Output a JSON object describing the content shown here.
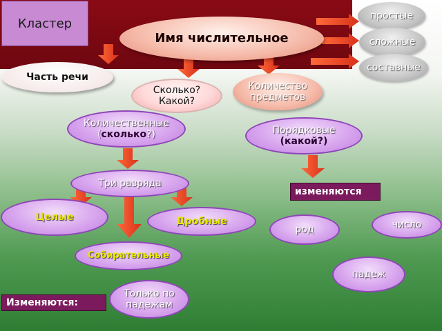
{
  "title": "Кластер",
  "main_node": "Имя числительное",
  "types": [
    "простые",
    "сложные",
    "составные"
  ],
  "part_of_speech": "Часть речи",
  "question_node": [
    "Сколько?",
    "Какой?"
  ],
  "quantity_node": [
    "Количество",
    "предметов"
  ],
  "cardinal": {
    "line1": "Количественные",
    "line2_pre": "(",
    "line2_bold": "сколько",
    "line2_post": "?)"
  },
  "ordinal": {
    "line1": "Порядковые",
    "line2": "(какой?)"
  },
  "three_groups": "Три разряда",
  "whole": "Целые",
  "fractional": "Дробные",
  "collective": "Собирательные",
  "changes_label_right": "изменяются",
  "gender": "род",
  "number": "число",
  "case": "падеж",
  "changes_label_left": "Изменяются:",
  "only_cases": [
    "Только по",
    "падежам"
  ],
  "colors": {
    "arrow": "#e8421f",
    "band": "#8a0a14",
    "purple": "#c07fe0",
    "label": "#7b1a5c"
  }
}
